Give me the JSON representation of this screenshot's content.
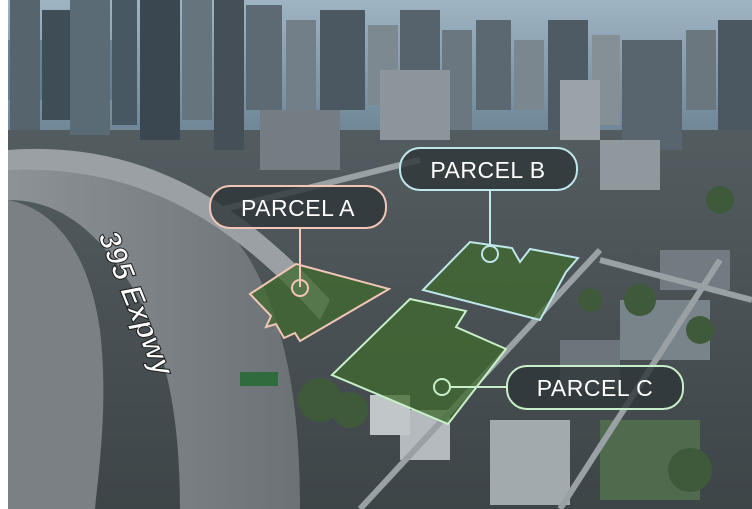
{
  "photo": {
    "description_icon": "aerial-city-photo"
  },
  "road_label": {
    "text": "395 Expwy"
  },
  "parcels": [
    {
      "id": "a",
      "label": "PARCEL A",
      "color": "#f2c6b6"
    },
    {
      "id": "b",
      "label": "PARCEL B",
      "color": "#bfe6ea"
    },
    {
      "id": "c",
      "label": "PARCEL C",
      "color": "#c7efc9"
    }
  ]
}
